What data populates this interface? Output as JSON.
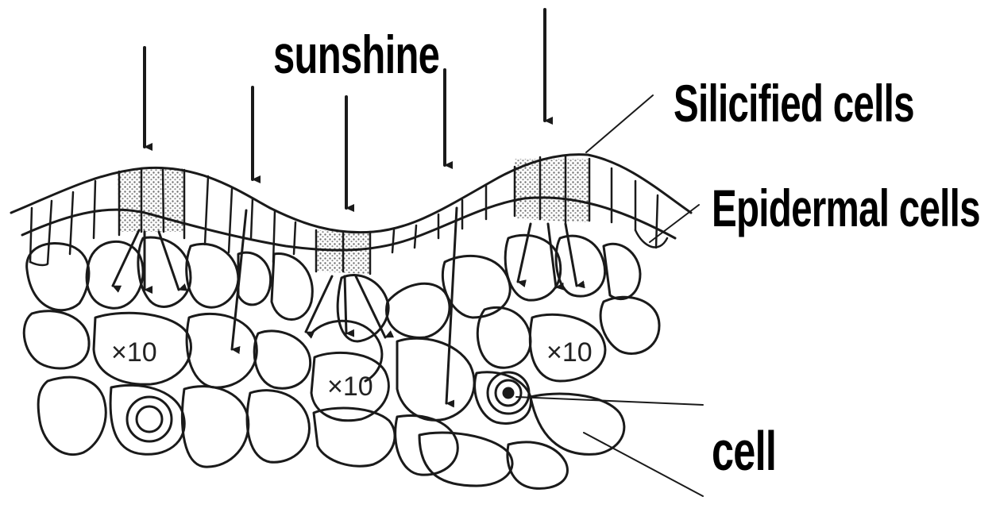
{
  "labels": {
    "sunshine": "sunshine",
    "silicified_cells": "Silicified cells",
    "epidermal_cells": "Epidermal cells",
    "cell": "cell"
  },
  "magnification_marks": [
    "×10",
    "×10",
    "×10"
  ],
  "colors": {
    "ink": "#1a1a1a",
    "background": "#ffffff",
    "stipple": "#7a7a7a"
  }
}
